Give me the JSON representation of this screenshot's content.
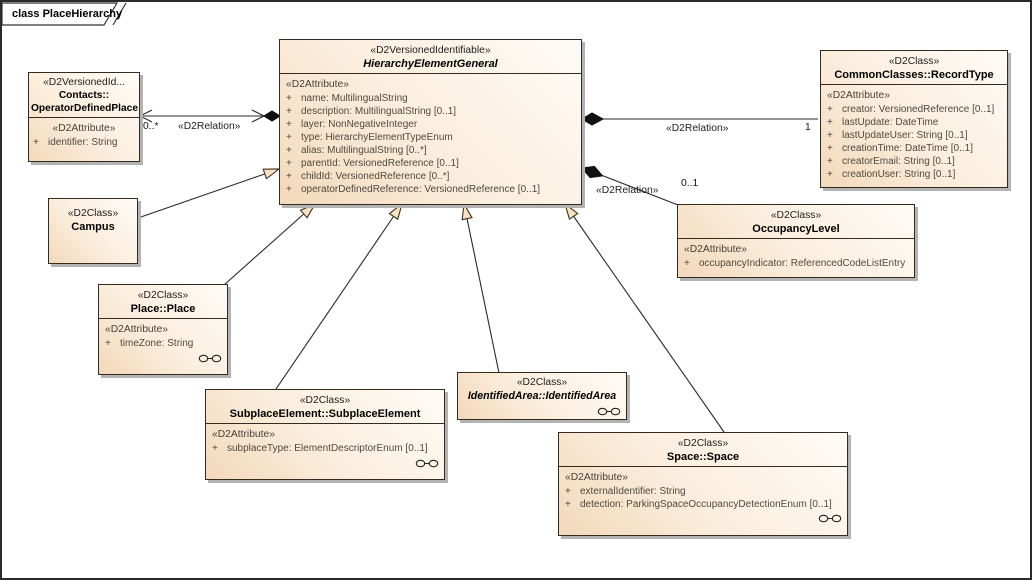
{
  "frame": {
    "title": "class PlaceHierarchy"
  },
  "colors": {
    "class_fill_light": "#fefbf7",
    "class_fill_dark": "#f3d8ba",
    "class_border": "#352a1e",
    "shadow": "#b3b3b3",
    "attribute_text": "#4f4a40",
    "diamond_fill": "#111111",
    "generalization_arrow_fill": "#fae3c3"
  },
  "classes": [
    {
      "stereotype": "«D2VersionedIdentifiable»",
      "name": "HierarchyElementGeneral",
      "attr_header": "«D2Attribute»",
      "attributes": [
        {
          "vis": "+",
          "text": "name: MultilingualString"
        },
        {
          "vis": "+",
          "text": "description: MultilingualString [0..1]"
        },
        {
          "vis": "+",
          "text": "layer: NonNegativeInteger"
        },
        {
          "vis": "+",
          "text": "type: HierarchyElementTypeEnum"
        },
        {
          "vis": "+",
          "text": "alias: MultilingualString [0..*]"
        },
        {
          "vis": "+",
          "text": "parentId: VersionedReference [0..1]"
        },
        {
          "vis": "+",
          "text": "childId: VersionedReference [0..*]"
        },
        {
          "vis": "+",
          "text": "operatorDefinedReference: VersionedReference [0..1]"
        }
      ]
    },
    {
      "stereotype": "«D2VersionedId...",
      "name_line1": "Contacts::",
      "name_line2": "OperatorDefinedPlace",
      "attr_header": "«D2Attribute»",
      "attributes": [
        {
          "vis": "+",
          "text": "identifier: String"
        }
      ]
    },
    {
      "stereotype": "«D2Class»",
      "name": "CommonClasses::RecordType",
      "attr_header": "«D2Attribute»",
      "attributes": [
        {
          "vis": "+",
          "text": "creator: VersionedReference [0..1]"
        },
        {
          "vis": "+",
          "text": "lastUpdate: DateTime"
        },
        {
          "vis": "+",
          "text": "lastUpdateUser: String [0..1]"
        },
        {
          "vis": "+",
          "text": "creationTime: DateTime [0..1]"
        },
        {
          "vis": "+",
          "text": "creatorEmail: String [0..1]"
        },
        {
          "vis": "+",
          "text": "creationUser: String [0..1]"
        }
      ]
    },
    {
      "stereotype": "«D2Class»",
      "name": "OccupancyLevel",
      "attr_header": "«D2Attribute»",
      "attributes": [
        {
          "vis": "+",
          "text": "occupancyIndicator: ReferencedCodeListEntry"
        }
      ]
    },
    {
      "stereotype": "«D2Class»",
      "name": "Campus"
    },
    {
      "stereotype": "«D2Class»",
      "name": "Place::Place",
      "attr_header": "«D2Attribute»",
      "attributes": [
        {
          "vis": "+",
          "text": "timeZone: String"
        }
      ]
    },
    {
      "stereotype": "«D2Class»",
      "name": "SubplaceElement::SubplaceElement",
      "attr_header": "«D2Attribute»",
      "attributes": [
        {
          "vis": "+",
          "text": "subplaceType: ElementDescriptorEnum [0..1]"
        }
      ]
    },
    {
      "stereotype": "«D2Class»",
      "name": "IdentifiedArea::IdentifiedArea"
    },
    {
      "stereotype": "«D2Class»",
      "name": "Space::Space",
      "attr_header": "«D2Attribute»",
      "attributes": [
        {
          "vis": "+",
          "text": "externalIdentifier: String"
        },
        {
          "vis": "+",
          "text": "detection: ParkingSpaceOccupancyDetectionEnum [0..1]"
        }
      ]
    }
  ],
  "relations": [
    {
      "label": "«D2Relation»",
      "multiplicity": "0..*"
    },
    {
      "label": "«D2Relation»",
      "multiplicity": "1"
    },
    {
      "label": "«D2Relation»",
      "multiplicity": "0..1"
    }
  ]
}
